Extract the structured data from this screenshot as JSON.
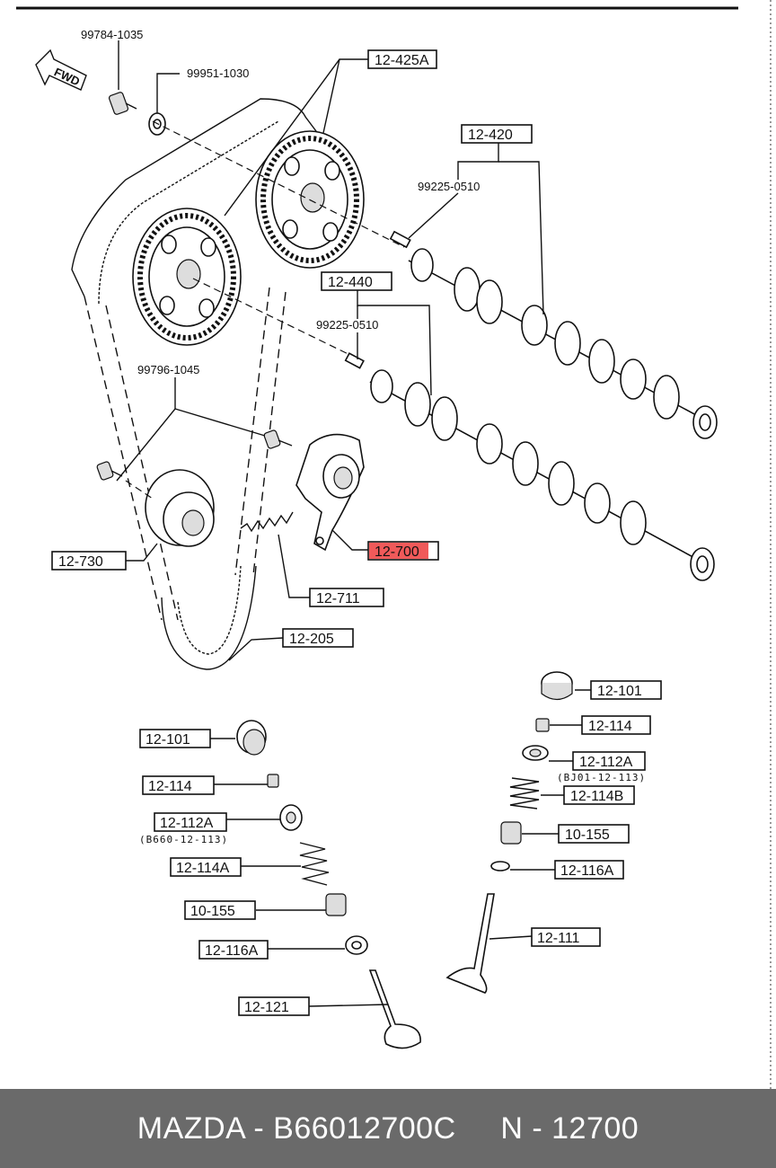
{
  "direction_marker": "FWD",
  "part_labels": {
    "bolt_cam_pulley": "99784-1035",
    "washer_cam_pulley": "99951-1030",
    "cam_pulley": "12-425A",
    "exhaust_camshaft": "12-420",
    "pin_exhaust": "99225-0510",
    "intake_camshaft": "12-440",
    "pin_intake": "99225-0510",
    "bolt_idler": "99796-1045",
    "idler_pulley": "12-730",
    "tensioner": "12-700",
    "tensioner_spring": "12-711",
    "timing_belt": "12-205",
    "right_lifter": "12-101",
    "right_keeper": "12-114",
    "right_retainer": "12-112A",
    "right_retainer_note": "(BJ01-12-113)",
    "right_spring": "12-114B",
    "right_seal": "10-155",
    "right_seat": "12-116A",
    "right_valve": "12-111",
    "left_lifter": "12-101",
    "left_keeper": "12-114",
    "left_retainer": "12-112A",
    "left_retainer_note": "(B660-12-113)",
    "left_spring": "12-114A",
    "left_seal": "10-155",
    "left_seat": "12-116A",
    "left_valve": "12-121"
  },
  "highlight_color": "#f05a5a",
  "footer": {
    "text": "MAZDA - B66012700C     N - 12700"
  }
}
